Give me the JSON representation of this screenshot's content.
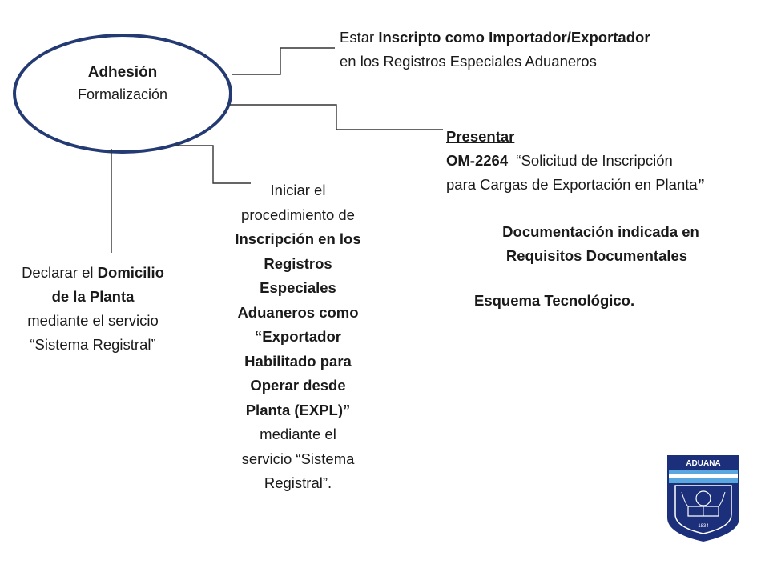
{
  "central": {
    "title": "Adhesión",
    "subtitle": "Formalización"
  },
  "branch_importer": {
    "line1_prefix": "Estar ",
    "line1_bold": "Inscripto como Importador/Exportador",
    "line2": "en los Registros Especiales Aduaneros"
  },
  "branch_present": {
    "heading": "Presentar",
    "form_code": "OM-2264",
    "form_title_1": "“Solicitud de Inscripción",
    "form_title_2": "para Cargas de Exportación en Planta",
    "form_title_close": "”"
  },
  "branch_docs": {
    "line1": "Documentación indicada en",
    "line2": "Requisitos Documentales"
  },
  "branch_tech": {
    "text": "Esquema Tecnológico."
  },
  "branch_procedure": {
    "lines": [
      {
        "text": "Iniciar el",
        "bold": false
      },
      {
        "text": "procedimiento de",
        "bold": false
      },
      {
        "text": "Inscripción en los",
        "bold": true
      },
      {
        "text": "Registros",
        "bold": true
      },
      {
        "text": "Especiales",
        "bold": true
      },
      {
        "text": "Aduaneros como",
        "bold": true
      },
      {
        "text": "“Exportador",
        "bold": true
      },
      {
        "text": "Habilitado para",
        "bold": true
      },
      {
        "text": "Operar desde",
        "bold": true
      },
      {
        "text": "Planta (EXPL)”",
        "bold": true
      },
      {
        "text": "mediante el",
        "bold": false
      },
      {
        "text": "servicio “Sistema",
        "bold": false
      },
      {
        "text": "Registral”.",
        "bold": false
      }
    ]
  },
  "branch_domicile": {
    "line1_prefix": "Declarar el ",
    "line1_bold": "Domicilio",
    "line2_bold": "de la Planta",
    "line3": "mediante el servicio",
    "line4": "“Sistema Registral”"
  },
  "logo": {
    "label": "ADUANA",
    "year": "1834",
    "colors": {
      "navy": "#1c2f7a",
      "sky": "#5aa7e0",
      "white": "#ffffff"
    },
    "icon": "aduana-crest-icon"
  },
  "colors": {
    "ellipse_border": "#243a73",
    "connector": "#333333",
    "text": "#1a1a1a"
  }
}
